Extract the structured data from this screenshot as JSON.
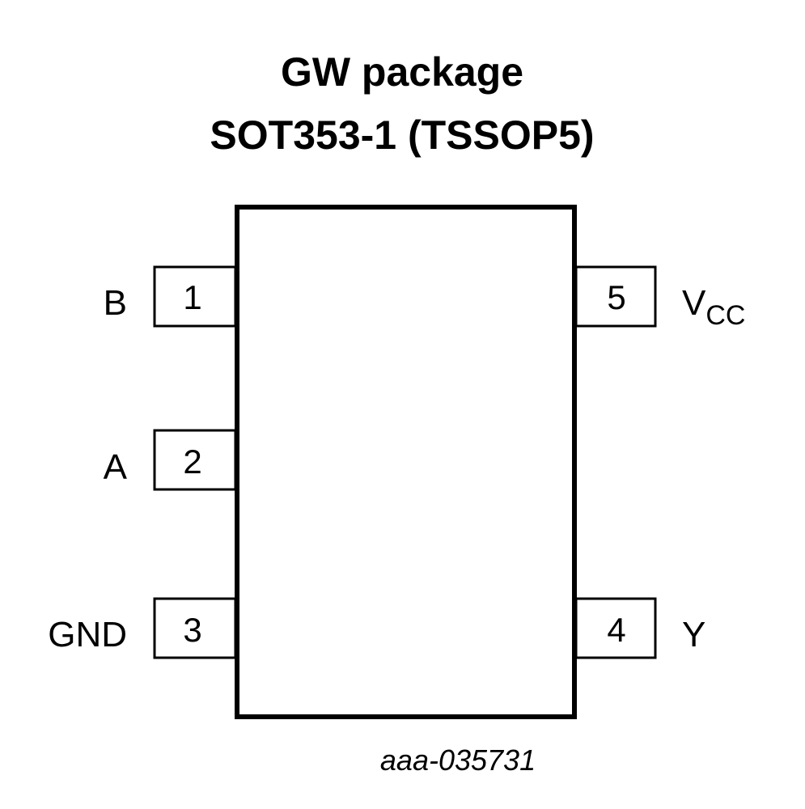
{
  "title": {
    "line1": "GW package",
    "line2": "SOT353-1 (TSSOP5)"
  },
  "pins": [
    {
      "number": "1",
      "name": "B"
    },
    {
      "number": "2",
      "name": "A"
    },
    {
      "number": "3",
      "name": "GND"
    },
    {
      "number": "4",
      "name": "Y"
    },
    {
      "number": "5",
      "name": "V",
      "name_sub": "CC"
    }
  ],
  "caption": "aaa-035731"
}
